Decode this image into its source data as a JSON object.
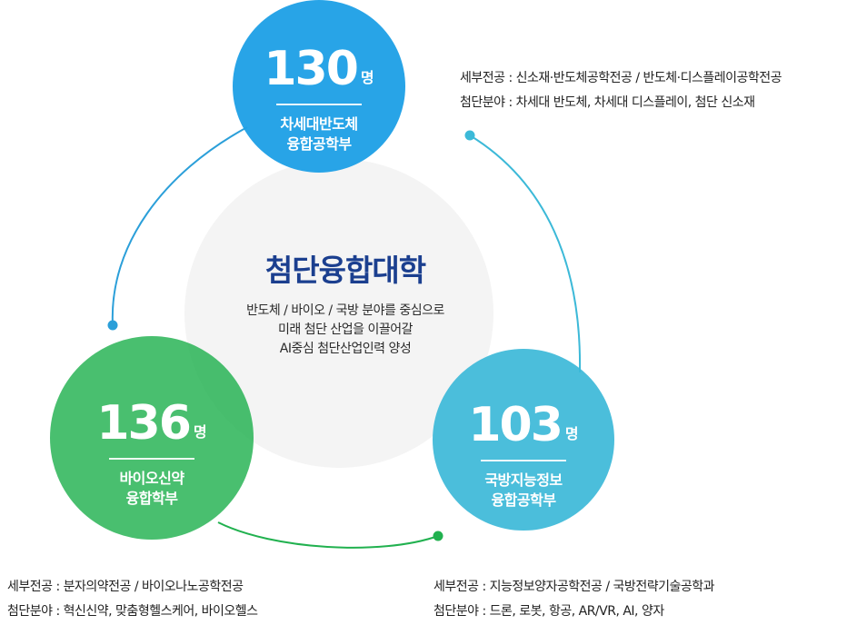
{
  "center": {
    "title": "첨단융합대학",
    "desc": [
      "반도체 / 바이오 / 국방 분야를 중심으로",
      "미래 첨단 산업을 이끌어갈",
      "AI중심 첨단산업인력 양성"
    ]
  },
  "departments": {
    "top": {
      "count": "130",
      "unit": "명",
      "name_line1": "차세대반도체",
      "name_line2": "융합공학부",
      "color": "#1fa0e6",
      "detail_major": "세부전공 : 신소재·반도체공학전공 / 반도체·디스플레이공학전공",
      "detail_field": "첨단분야 : 차세대 반도체, 차세대 디스플레이, 첨단 신소재"
    },
    "left": {
      "count": "136",
      "unit": "명",
      "name_line1": "바이오신약",
      "name_line2": "융합학부",
      "color": "#21b14f",
      "detail_major": "세부전공 : 분자의약전공 / 바이오나노공학전공",
      "detail_field": "첨단분야 : 혁신신약, 맞춤형헬스케어, 바이오헬스"
    },
    "right": {
      "count": "103",
      "unit": "명",
      "name_line1": "국방지능정보",
      "name_line2": "융합공학부",
      "color": "#3cb9d8",
      "detail_major": "세부전공 : 지능정보양자공학전공 / 국방전략기술공학과",
      "detail_field": "첨단분야 : 드론, 로봇, 항공, AR/VR, AI, 양자"
    }
  },
  "colors": {
    "center_fill": "#f4f4f4",
    "arc_top": "#2b9fd9",
    "arc_left": "#21b14f",
    "arc_right": "#3cb9d8",
    "title": "#1b3f8f"
  }
}
